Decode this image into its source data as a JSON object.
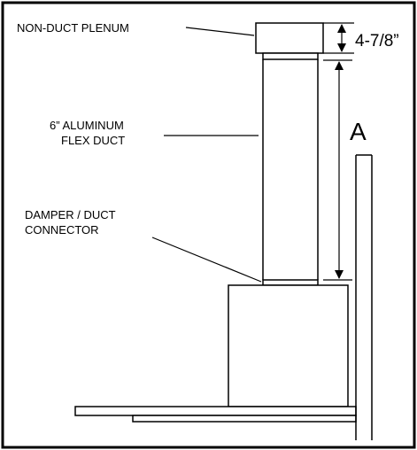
{
  "diagram": {
    "labels": {
      "plenum": "NON-DUCT PLENUM",
      "duct_line1": "6”  ALUMINUM",
      "duct_line2": "FLEX  DUCT",
      "damper_line1": "DAMPER / DUCT",
      "damper_line2": "CONNECTOR",
      "plenum_height": "4-7/8”",
      "dimension_a": "A"
    },
    "colors": {
      "line": "#000000",
      "background": "#ffffff"
    }
  }
}
